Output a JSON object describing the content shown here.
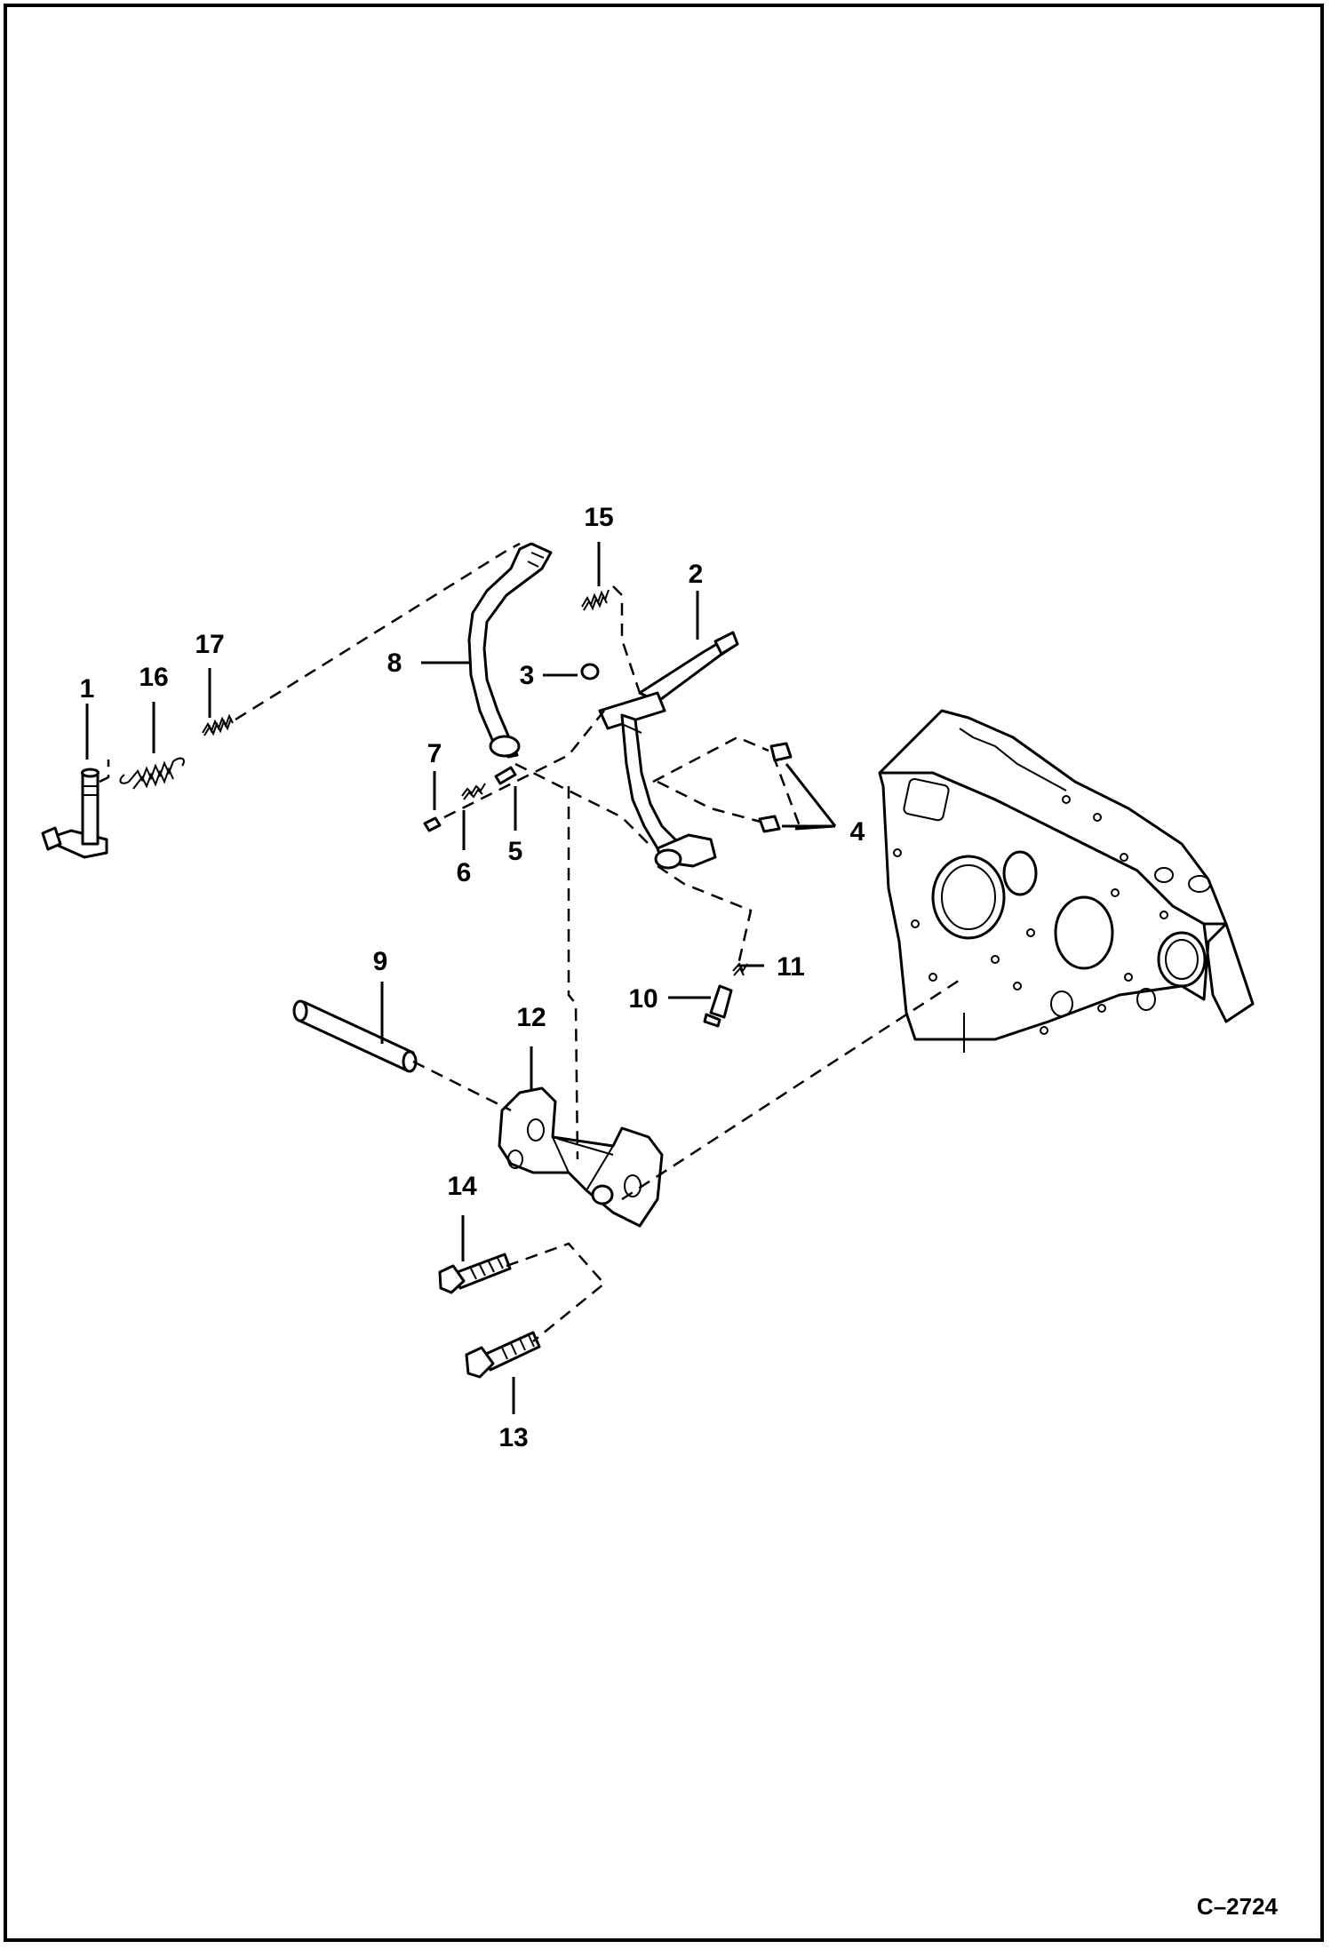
{
  "figure": {
    "reference": "C–2724",
    "callouts": [
      {
        "id": "c1",
        "label": "1"
      },
      {
        "id": "c2",
        "label": "2"
      },
      {
        "id": "c3",
        "label": "3"
      },
      {
        "id": "c4",
        "label": "4"
      },
      {
        "id": "c5",
        "label": "5"
      },
      {
        "id": "c6",
        "label": "6"
      },
      {
        "id": "c7",
        "label": "7"
      },
      {
        "id": "c8",
        "label": "8"
      },
      {
        "id": "c9",
        "label": "9"
      },
      {
        "id": "c10",
        "label": "10"
      },
      {
        "id": "c11",
        "label": "11"
      },
      {
        "id": "c12",
        "label": "12"
      },
      {
        "id": "c13",
        "label": "13"
      },
      {
        "id": "c14",
        "label": "14"
      },
      {
        "id": "c15",
        "label": "15"
      },
      {
        "id": "c16",
        "label": "16"
      },
      {
        "id": "c17",
        "label": "17"
      }
    ]
  }
}
